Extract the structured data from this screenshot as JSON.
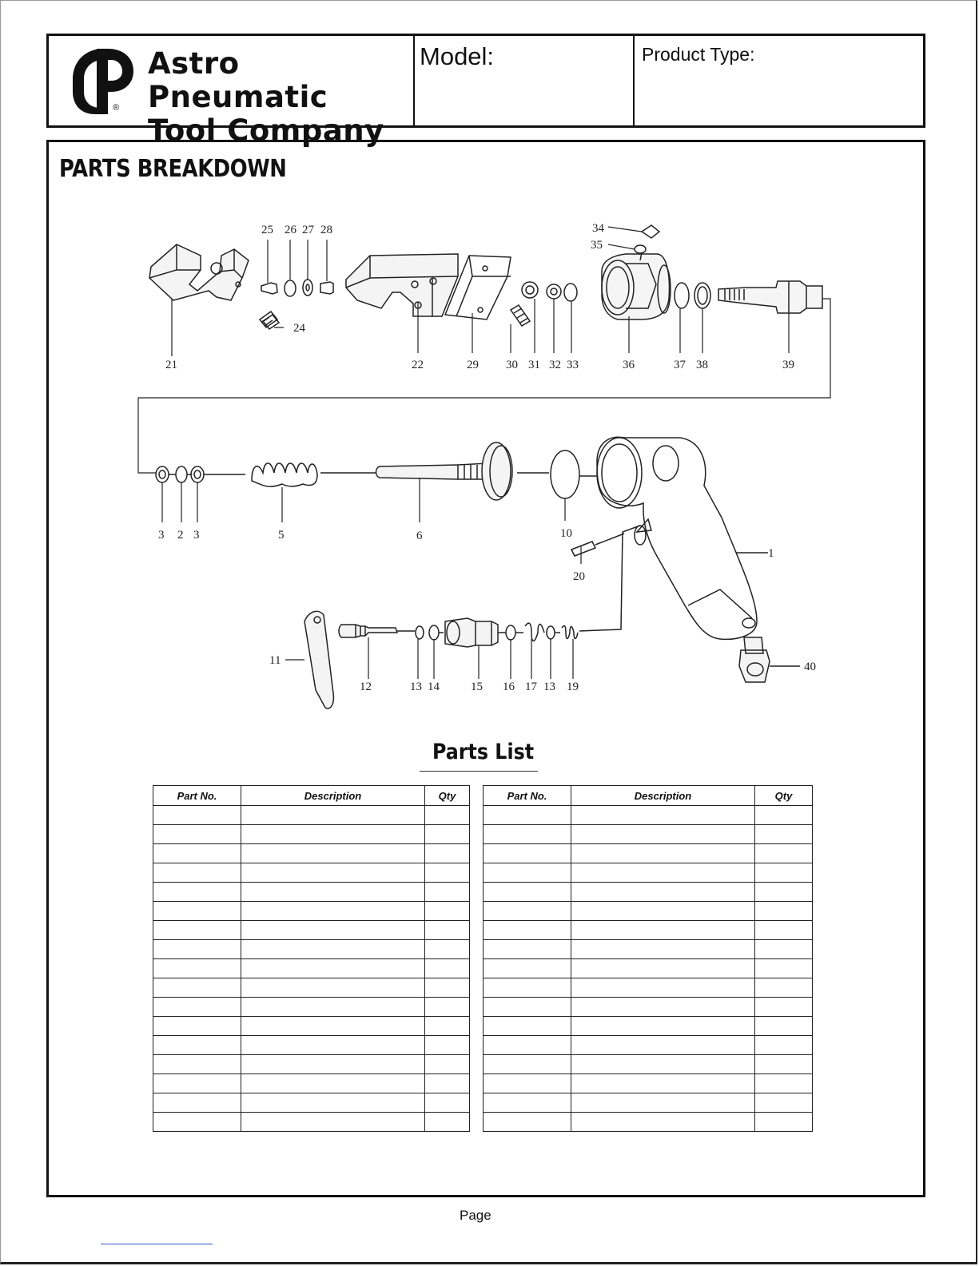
{
  "header": {
    "company_line1": "Astro Pneumatic",
    "company_line2": "Tool Company",
    "registered_mark": "®",
    "model_label": "Model:",
    "product_type_label": "Product Type:"
  },
  "section_title": "PARTS BREAKDOWN",
  "callouts": {
    "c21": "21",
    "c24": "24",
    "c25": "25",
    "c26": "26",
    "c27": "27",
    "c28": "28",
    "c22": "22",
    "c29": "29",
    "c30": "30",
    "c31": "31",
    "c32": "32",
    "c33": "33",
    "c34": "34",
    "c35": "35",
    "c36": "36",
    "c37": "37",
    "c38": "38",
    "c39": "39",
    "c3a": "3",
    "c2": "2",
    "c3b": "3",
    "c5": "5",
    "c6": "6",
    "c10": "10",
    "c1": "1",
    "c20": "20",
    "c11": "11",
    "c12": "12",
    "c13a": "13",
    "c14": "14",
    "c15": "15",
    "c16": "16",
    "c17": "17",
    "c13b": "13",
    "c19": "19",
    "c40": "40"
  },
  "parts_list": {
    "title": "Parts List",
    "columns": [
      "Part No.",
      "Description",
      "Qty"
    ],
    "left_rows": 17,
    "right_rows": 17
  },
  "footer": {
    "page_label": "Page"
  }
}
